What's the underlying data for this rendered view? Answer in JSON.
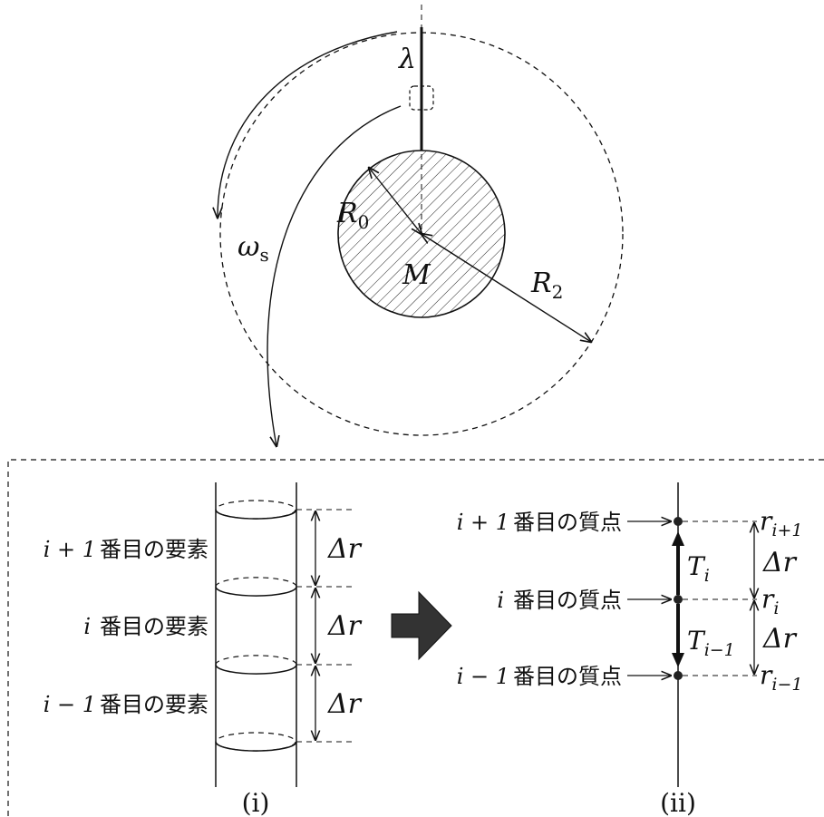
{
  "top": {
    "lambda": "λ",
    "omega": "ω",
    "omega_sub": "s",
    "R0": "R",
    "R0_sub": "0",
    "M": "M",
    "R2": "R",
    "R2_sub": "2"
  },
  "panel_i": {
    "label": "(i)",
    "delta_r": "Δr",
    "elements": [
      {
        "index": "i + 1",
        "text": "番目の要素"
      },
      {
        "index": "i",
        "text": "番目の要素"
      },
      {
        "index": "i − 1",
        "text": "番目の要素"
      }
    ]
  },
  "panel_ii": {
    "label": "(ii)",
    "delta_r": "Δr",
    "masses": [
      {
        "index": "i + 1",
        "text": "番目の質点",
        "r": "r",
        "r_sub": "i+1"
      },
      {
        "index": "i",
        "text": "番目の質点",
        "r": "r",
        "r_sub": "i"
      },
      {
        "index": "i − 1",
        "text": "番目の質点",
        "r": "r",
        "r_sub": "i−1"
      }
    ],
    "tension_upper": {
      "base": "T",
      "sub": "i"
    },
    "tension_lower": {
      "base": "T",
      "sub": "i−1"
    }
  }
}
